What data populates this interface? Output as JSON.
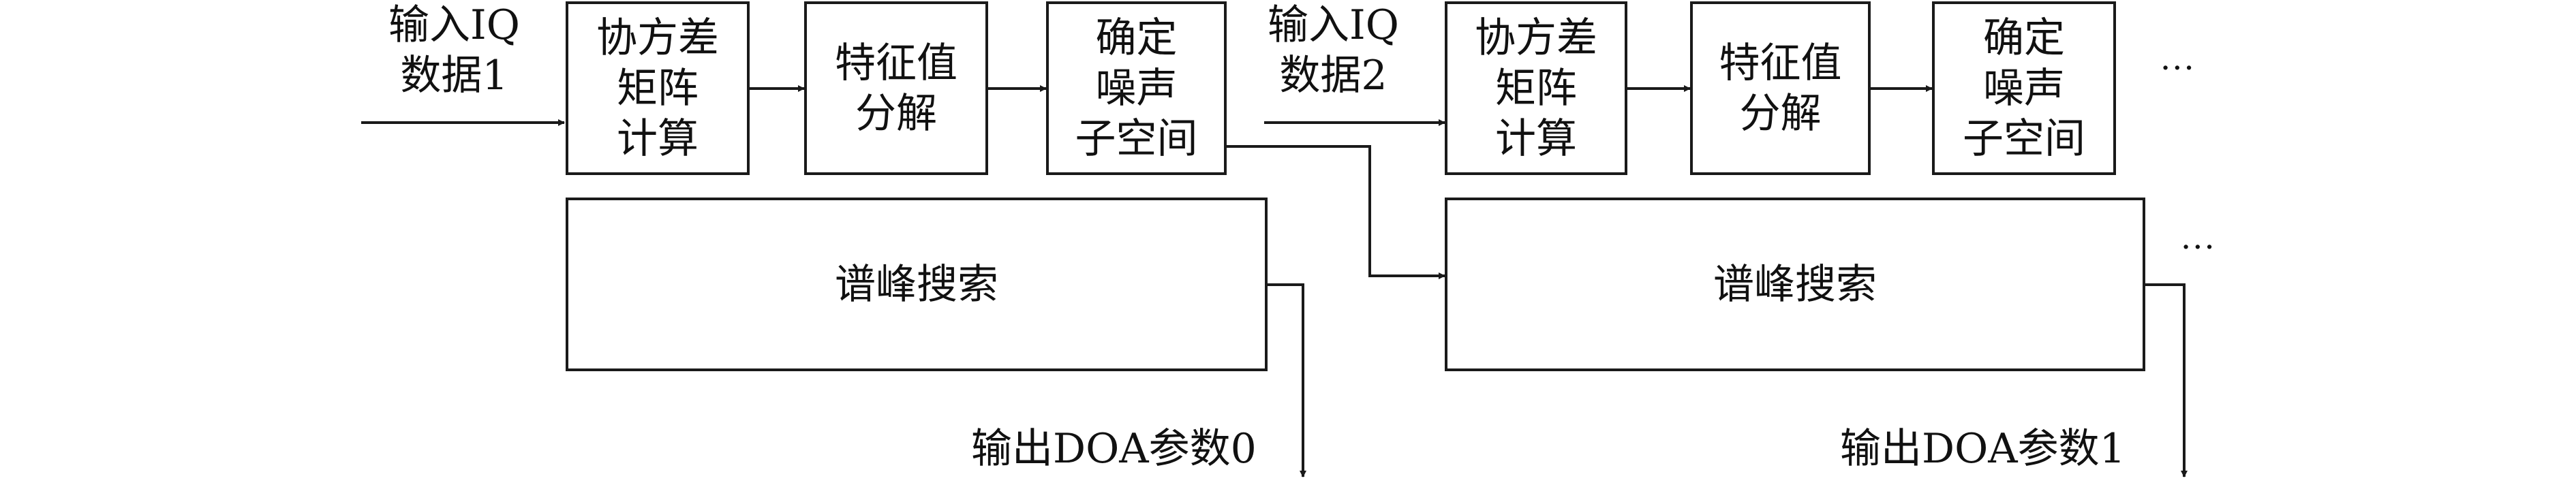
{
  "inputs": {
    "input1": "输入IQ\n数据1",
    "input2": "输入IQ\n数据2"
  },
  "chain1": {
    "covariance": "协方差\n矩阵\n计算",
    "eigen": "特征值\n分解",
    "noise": "确定\n噪声\n子空间",
    "search": "谱峰搜索",
    "output": "输出DOA参数0"
  },
  "chain2": {
    "covariance": "协方差\n矩阵\n计算",
    "eigen": "特征值\n分解",
    "noise": "确定\n噪声\n子空间",
    "search": "谱峰搜索",
    "output": "输出DOA参数1"
  },
  "ellipsis": "···",
  "colors": {
    "stroke": "#1a1a1a",
    "background": "#ffffff"
  }
}
